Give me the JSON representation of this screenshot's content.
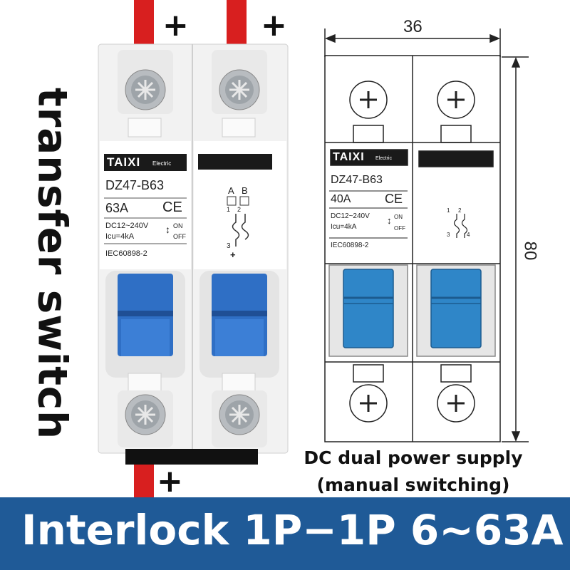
{
  "terminals": {
    "top_left_sign": "+",
    "top_right_sign": "+",
    "bottom_sign": "+"
  },
  "side_text": "transfer switch",
  "photo_breaker": {
    "brand": "TAIXI",
    "brand_sub": "Electric",
    "model": "DZ47-B63",
    "rating": "63A",
    "ce_mark": "CE",
    "voltage": "DC12~240V",
    "icu": "Icu=4kA",
    "on_label": "ON",
    "off_label": "OFF",
    "standard": "IEC60898-2",
    "wiring_labels": {
      "a": "A",
      "b": "B",
      "t1": "1",
      "t2": "2",
      "t3": "3",
      "plus": "+"
    }
  },
  "drawing_breaker": {
    "brand": "TAIXI",
    "brand_sub": "Electric",
    "model": "DZ47-B63",
    "rating": "40A",
    "ce_mark": "CE",
    "voltage": "DC12~240V",
    "icu": "Icu=4kA",
    "on_label": "ON",
    "off_label": "OFF",
    "standard": "IEC60898-2",
    "wiring_labels": {
      "t1": "1",
      "t2": "2",
      "t3": "3",
      "t4": "4"
    }
  },
  "dimensions": {
    "width": "36",
    "height": "80"
  },
  "caption": {
    "line1": "DC dual power supply",
    "line2": "(manual switching)"
  },
  "banner_text": "Interlock 1P−1P 6~63A",
  "colors": {
    "banner": "#1f5a97",
    "wire": "#d81f1f",
    "handle": "#2f6fc5",
    "handle_drawing": "#2f86c8"
  }
}
